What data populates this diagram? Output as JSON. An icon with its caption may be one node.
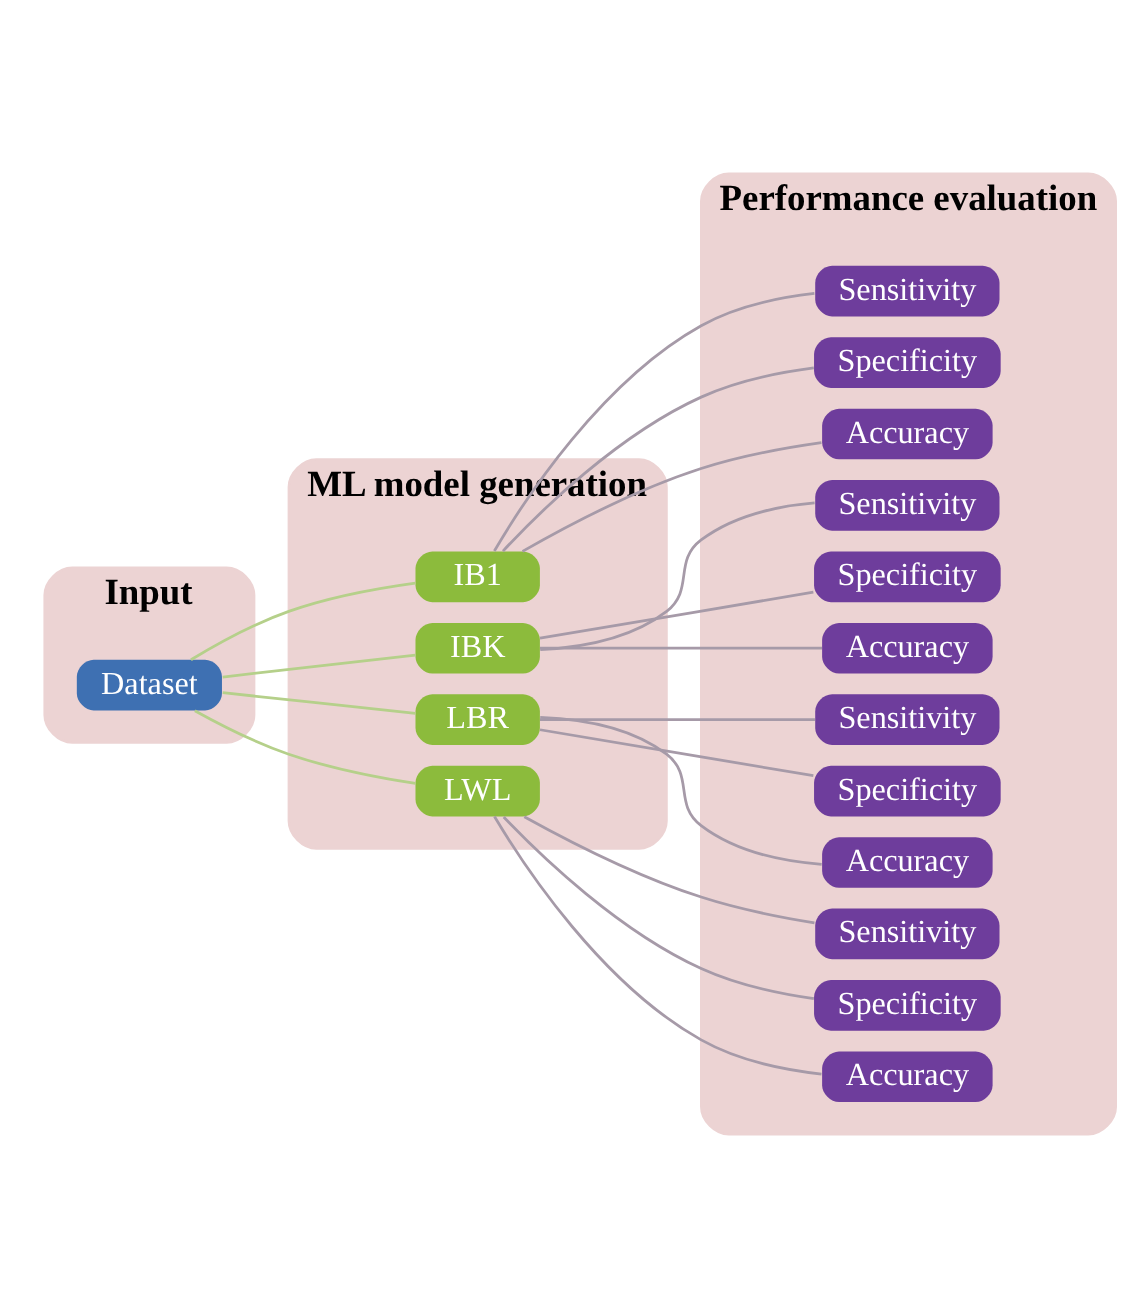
{
  "diagram": {
    "nodes": [
      {
        "text": [
          "Input"
        ]
      },
      {
        "text": [
          "Dataset"
        ],
        "in": 0
      },
      {
        "text": [
          "ML model generation"
        ]
      },
      {
        "text": [
          "IB1"
        ],
        "in": 2
      },
      {
        "text": [
          "IBK"
        ],
        "in": 2
      },
      {
        "text": [
          "LBR"
        ],
        "in": 2
      },
      {
        "text": [
          "LWL"
        ],
        "in": 2
      },
      {
        "text": [
          "Performance evaluation"
        ]
      },
      {
        "text": [
          "Sensitivity"
        ],
        "in": 7
      },
      {
        "text": [
          "Specificity"
        ],
        "in": 7
      },
      {
        "text": [
          "Accuracy"
        ],
        "in": 7
      },
      {
        "text": [
          "Sensitivity"
        ],
        "in": 7
      },
      {
        "text": [
          "Specificity"
        ],
        "in": 7
      },
      {
        "text": [
          "Accuracy"
        ],
        "in": 7
      },
      {
        "text": [
          "Sensitivity"
        ],
        "in": 7
      },
      {
        "text": [
          "Specificity"
        ],
        "in": 7
      },
      {
        "text": [
          "Accuracy"
        ],
        "in": 7
      },
      {
        "text": [
          "Sensitivity"
        ],
        "in": 7
      },
      {
        "text": [
          "Specificity"
        ],
        "in": 7
      },
      {
        "text": [
          "Accuracy"
        ],
        "in": 7
      }
    ],
    "edges": [
      {
        "from": 1,
        "to": 3,
        "arrow": "none",
        "color": "#b5d08a"
      },
      {
        "from": 1,
        "to": 4,
        "arrow": "none",
        "color": "#b5d08a"
      },
      {
        "from": 1,
        "to": 5,
        "arrow": "none",
        "color": "#b5d08a"
      },
      {
        "from": 1,
        "to": 6,
        "arrow": "none",
        "color": "#b5d08a"
      },
      {
        "from": 3,
        "to": 8,
        "arrow": "none"
      },
      {
        "from": 3,
        "to": 9,
        "arrow": "none"
      },
      {
        "from": 3,
        "to": 10,
        "arrow": "none"
      },
      {
        "from": 4,
        "to": 11,
        "arrow": "none"
      },
      {
        "from": 4,
        "to": 12,
        "arrow": "none"
      },
      {
        "from": 4,
        "to": 13,
        "arrow": "none"
      },
      {
        "from": 5,
        "to": 14,
        "arrow": "none"
      },
      {
        "from": 5,
        "to": 15,
        "arrow": "none"
      },
      {
        "from": 5,
        "to": 16,
        "arrow": "none"
      },
      {
        "from": 6,
        "to": 17,
        "arrow": "none"
      },
      {
        "from": 6,
        "to": 18,
        "arrow": "none"
      },
      {
        "from": 6,
        "to": 19,
        "arrow": "none"
      }
    ]
  }
}
